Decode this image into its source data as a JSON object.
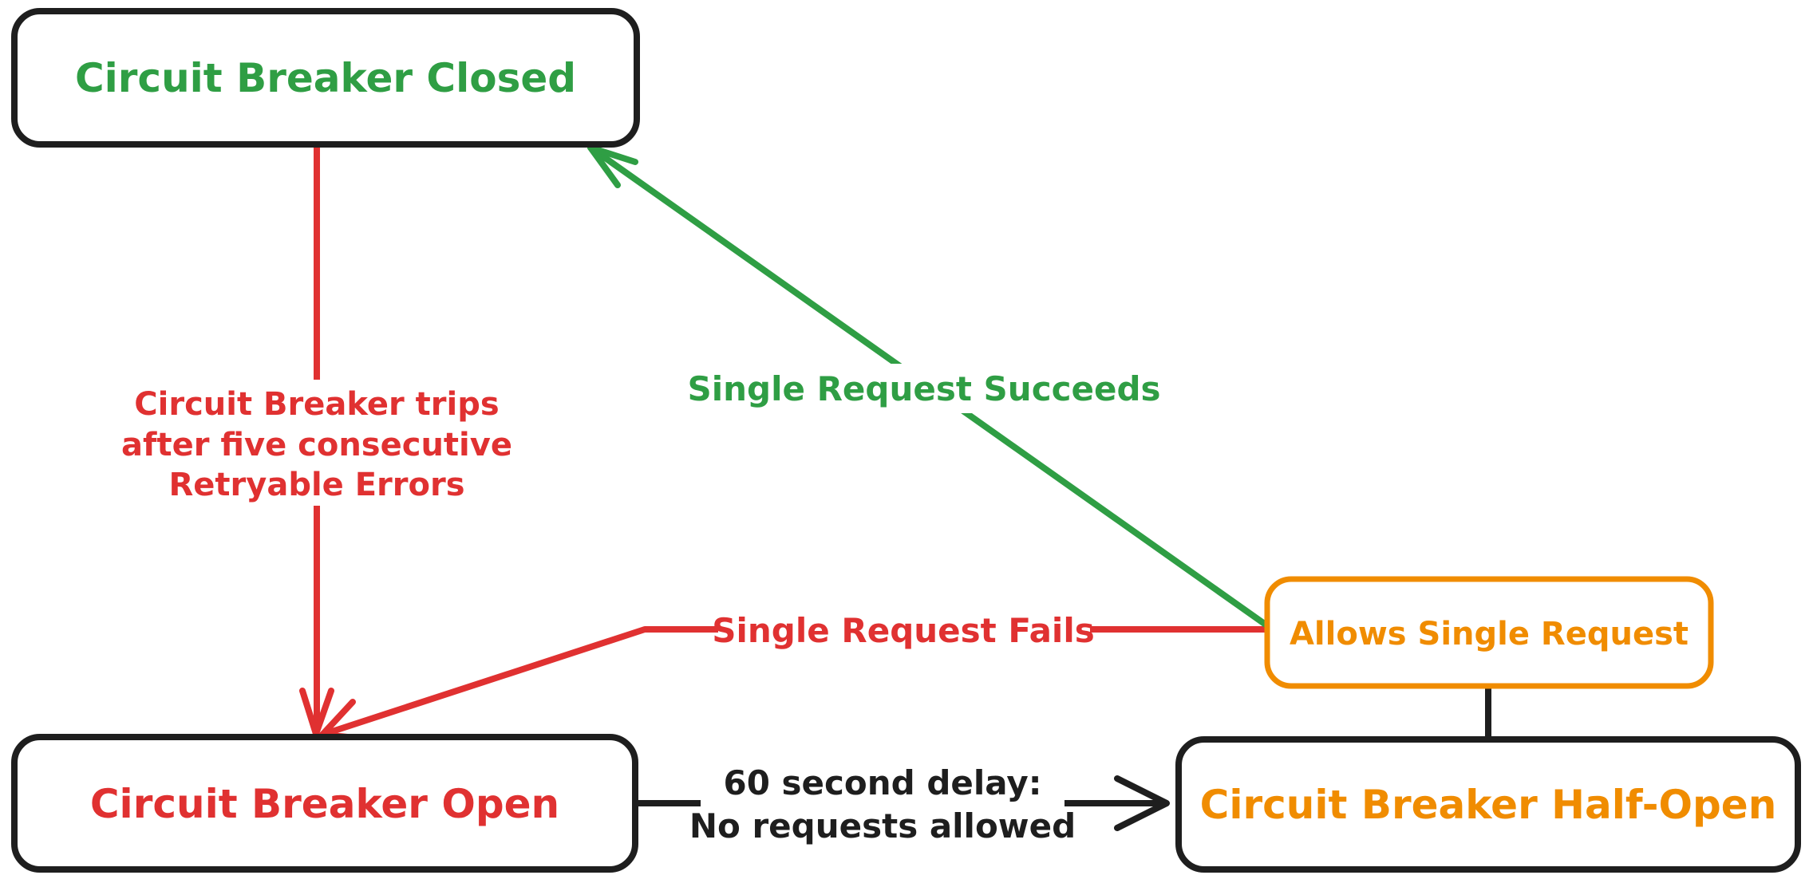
{
  "nodes": {
    "closed": {
      "label": "Circuit Breaker Closed"
    },
    "open": {
      "label": "Circuit Breaker Open"
    },
    "half_open": {
      "label": "Circuit Breaker Half-Open"
    },
    "allows_single_request": {
      "label": "Allows Single Request"
    }
  },
  "edges": {
    "trips": {
      "label_line1": "Circuit Breaker trips",
      "label_line2": "after five consecutive",
      "label_line3": "Retryable Errors"
    },
    "succeeds": {
      "label": "Single Request Succeeds"
    },
    "fails": {
      "label": "Single Request Fails"
    },
    "delay": {
      "label_line1": "60 second delay:",
      "label_line2": "No requests allowed"
    }
  },
  "colors": {
    "green": "#2f9e44",
    "red": "#e03131",
    "orange": "#f08c00",
    "ink": "#1e1e1e",
    "background": "#ffffff"
  }
}
